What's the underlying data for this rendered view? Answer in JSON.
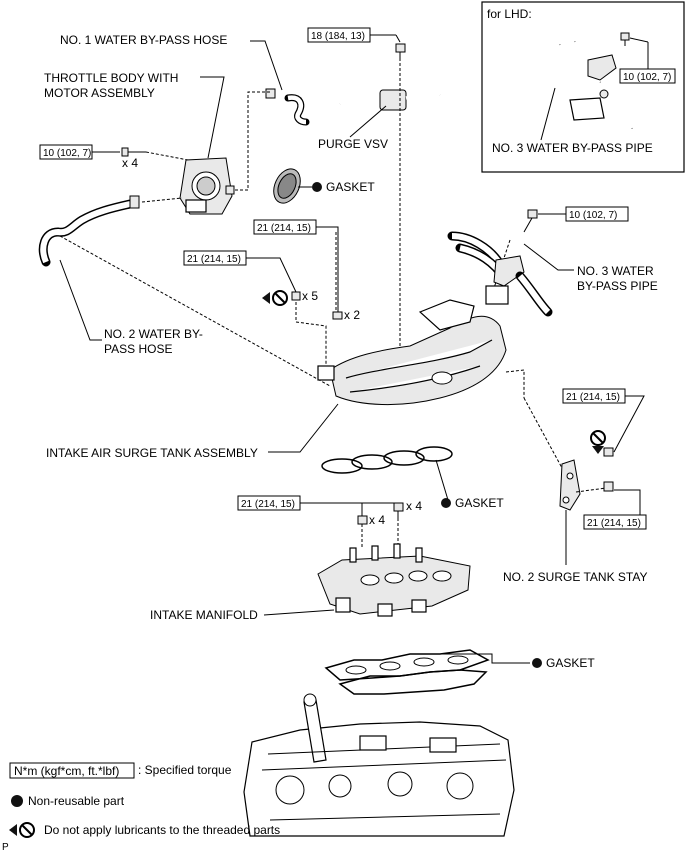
{
  "labels": {
    "no1_water_bypass_hose": "NO. 1 WATER BY-PASS HOSE",
    "throttle_body_line1": "THROTTLE BODY WITH",
    "throttle_body_line2": "MOTOR ASSEMBLY",
    "purge_vsv": "PURGE VSV",
    "gasket_top": "GASKET",
    "no2_water_bypass_line1": "NO. 2 WATER BY-",
    "no2_water_bypass_line2": "PASS HOSE",
    "no3_water_bypass_line1": "NO. 3 WATER",
    "no3_water_bypass_line2": "BY-PASS PIPE",
    "intake_surge_tank": "INTAKE AIR SURGE TANK ASSEMBLY",
    "gasket_mid": "GASKET",
    "no2_surge_tank_stay": "NO. 2 SURGE TANK STAY",
    "intake_manifold": "INTAKE MANIFOLD",
    "gasket_bottom": "GASKET",
    "corner_mark": "P"
  },
  "lhd_inset": {
    "title": "for LHD:",
    "torque": "10 (102, 7)",
    "pipe_label": "NO. 3 WATER BY-PASS PIPE"
  },
  "torques": {
    "throttle_bolt": "10 (102, 7)",
    "throttle_qty": "x 4",
    "purge_bolt": "18 (184, 13)",
    "pipe_bolt": "10 (102, 7)",
    "stud_a": "21 (214, 15)",
    "stud_a_qty": "x 5",
    "stud_b": "21 (214, 15)",
    "stud_b_qty": "x 2",
    "stay_upper": "21 (214, 15)",
    "stay_lower": "21 (214, 15)",
    "manifold_nut": "21 (214, 15)",
    "manifold_nut_qty": "x 4",
    "manifold_bolt_qty": "x 4"
  },
  "legend": {
    "torque_box": "N*m (kgf*cm, ft.*lbf)",
    "torque_desc": ": Specified torque",
    "nonreusable": "Non-reusable part",
    "no_lubricant": "Do not apply lubricants to the threaded parts"
  },
  "icons": {
    "nonreusable": "filled-circle-icon",
    "no_lubricant": "no-oil-icon"
  }
}
